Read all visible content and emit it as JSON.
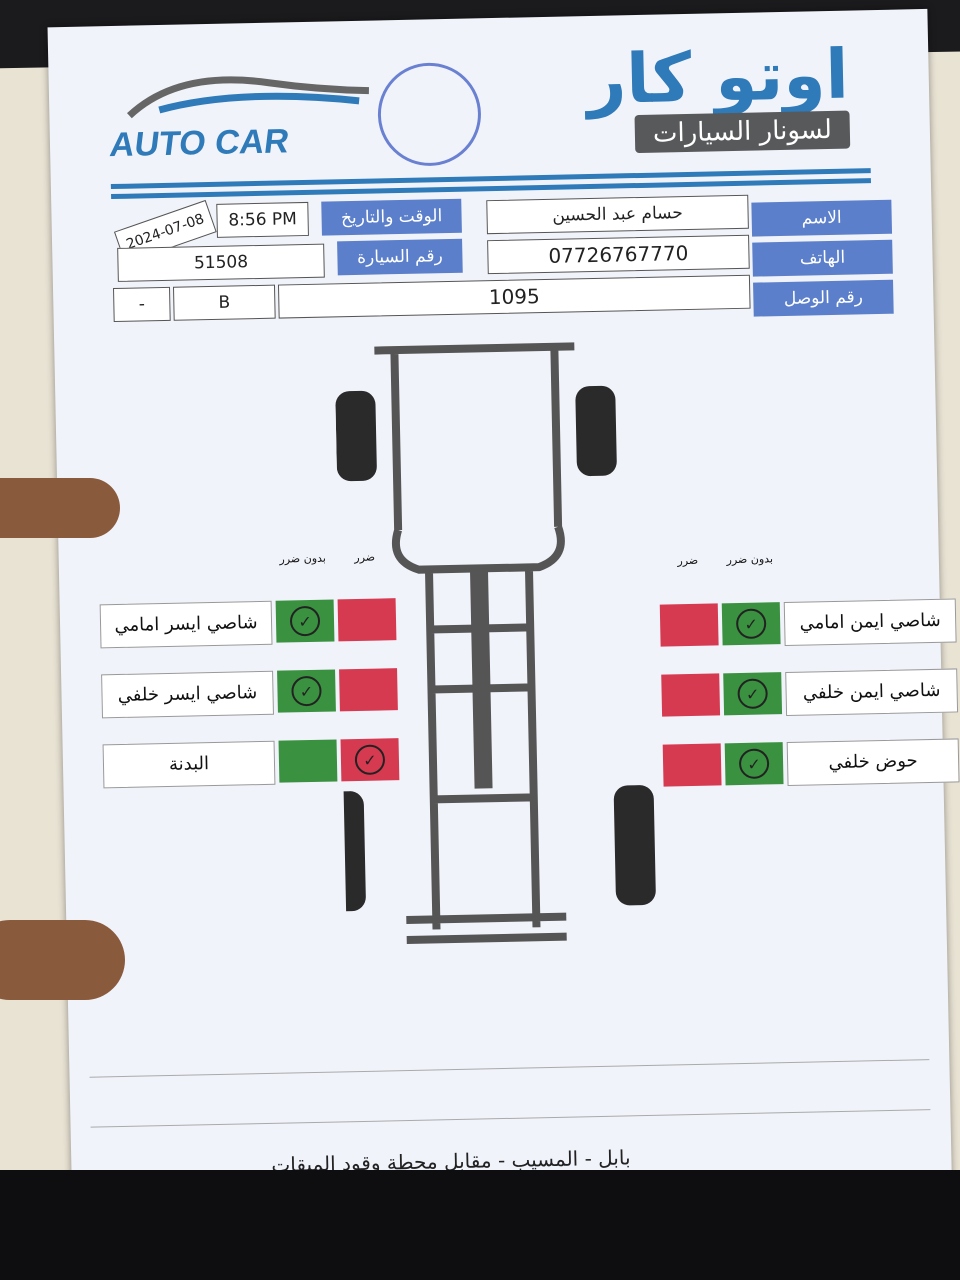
{
  "header": {
    "logo_en": "AUTO CAR",
    "logo_ar": "اوتو كار",
    "tagline": "لسونار السيارات"
  },
  "info": {
    "datetime_label": "الوقت والتاريخ",
    "time": "8:56 PM",
    "date": "2024-07-08",
    "car_number_label": "رقم السيارة",
    "car_number": "51508",
    "car_letter": "B",
    "extra": "-",
    "name_label": "الاسم",
    "name": "حسام عبد الحسين",
    "phone_label": "الهاتف",
    "phone": "07726767770",
    "receipt_label": "رقم الوصل",
    "receipt": "1095"
  },
  "columns": {
    "damage": "ضرر",
    "no_damage": "بدون ضرر"
  },
  "left_items": [
    {
      "label": "شاصي ايسر امامي",
      "status": "no_damage"
    },
    {
      "label": "شاصي ايسر خلفي",
      "status": "no_damage"
    },
    {
      "label": "البدنة",
      "status": "damage"
    }
  ],
  "right_items": [
    {
      "label": "شاصي ايمن امامي",
      "status": "no_damage"
    },
    {
      "label": "شاصي ايمن خلفي",
      "status": "no_damage"
    },
    {
      "label": "حوض خلفي",
      "status": "no_damage"
    }
  ],
  "footer": "بابل - المسيب - مقابل محطة وقود الميقات",
  "colors": {
    "brand": "#2f7ab8",
    "label_bg": "#5b7fca",
    "ok": "#3a9140",
    "damage": "#d63a50"
  }
}
